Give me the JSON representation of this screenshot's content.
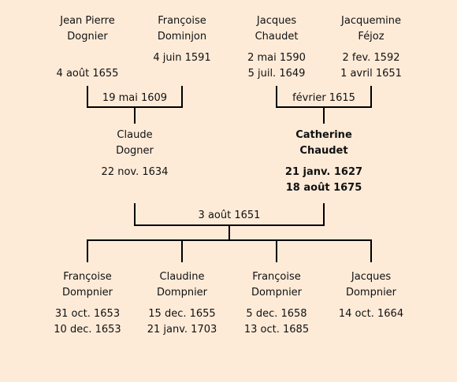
{
  "grandparents": [
    {
      "first": "Jean Pierre",
      "last": "Dognier",
      "born": "",
      "died": "4 août 1655"
    },
    {
      "first": "Françoise",
      "last": "Dominjon",
      "born": "4 juin 1591",
      "died": ""
    },
    {
      "first": "Jacques",
      "last": "Chaudet",
      "born": "2 mai 1590",
      "died": "5 juil. 1649"
    },
    {
      "first": "Jacquemine",
      "last": "Féjoz",
      "born": "2 fev. 1592",
      "died": "1 avril 1651"
    }
  ],
  "marriages": {
    "paternal": "19 mai 1609",
    "maternal": "février 1615",
    "parents": "3 août 1651"
  },
  "parents": [
    {
      "first": "Claude",
      "last": "Dogner",
      "born": "22 nov. 1634",
      "died": ""
    },
    {
      "first": "Catherine",
      "last": "Chaudet",
      "born": "21 janv. 1627",
      "died": "18 août 1675"
    }
  ],
  "children": [
    {
      "first": "Françoise",
      "last": "Dompnier",
      "born": "31 oct. 1653",
      "died": "10 dec. 1653"
    },
    {
      "first": "Claudine",
      "last": "Dompnier",
      "born": "15 dec. 1655",
      "died": "21 janv. 1703"
    },
    {
      "first": "Françoise",
      "last": "Dompnier",
      "born": "5 dec. 1658",
      "died": "13 oct. 1685"
    },
    {
      "first": "Jacques",
      "last": "Dompnier",
      "born": "14 oct. 1664",
      "died": ""
    }
  ]
}
